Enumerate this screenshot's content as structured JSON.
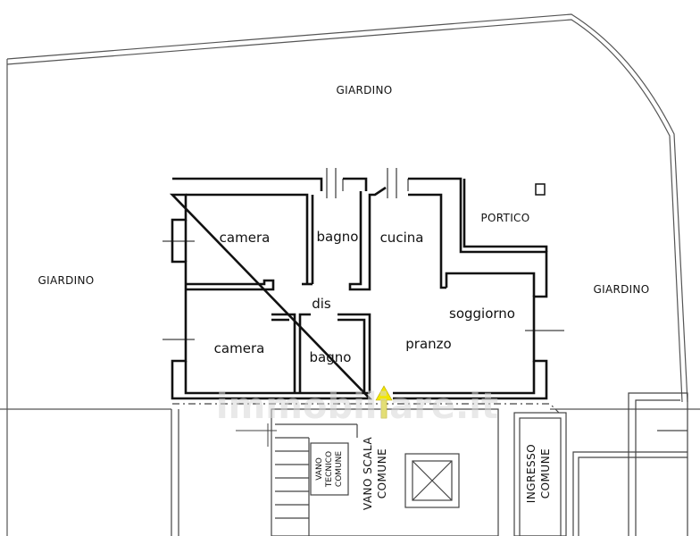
{
  "plan": {
    "rooms": {
      "camera_top": "camera",
      "bagno_top": "bagno",
      "cucina": "cucina",
      "portico": "PORTICO",
      "dis": "dis",
      "soggiorno": "soggiorno",
      "camera_bottom": "camera",
      "bagno_bottom": "bagno",
      "pranzo": "pranzo"
    },
    "outside": {
      "giardino_top": "GIARDINO",
      "giardino_left": "GIARDINO",
      "giardino_right": "GIARDINO"
    },
    "common": {
      "vano_tecnico": [
        "VANO",
        "TECNICO",
        "COMUNE"
      ],
      "vano_scala": [
        "VANO SCALA",
        "COMUNE"
      ],
      "ingresso": [
        "INGRESSO",
        "COMUNE"
      ]
    },
    "watermark": "immobiliare.it",
    "colors": {
      "wall": "#111111",
      "line": "#555555",
      "entrance_arrow": "#f2e600",
      "background": "#ffffff"
    },
    "icons": {
      "entrance_arrow": "arrow-up-icon"
    }
  }
}
